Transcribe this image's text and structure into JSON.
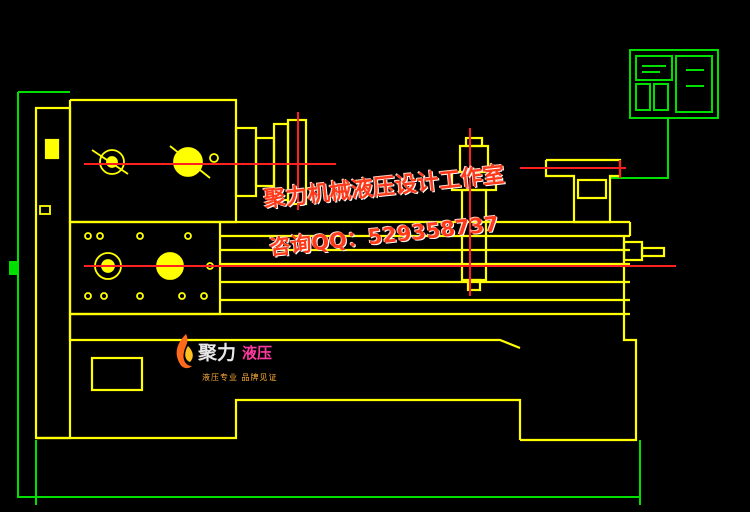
{
  "watermark": {
    "title": "聚力机械液压设计工作室",
    "contact": "咨询QQ：529358737"
  },
  "logo": {
    "name_part1": "聚力",
    "name_part2": "液压",
    "tagline": "液压专业 品牌见证"
  },
  "colors": {
    "background": "#000000",
    "drawing_lines": "#ffff00",
    "centerlines": "#ff2020",
    "dimension_lines": "#00ff00",
    "watermark_text": "#ff3a1a",
    "logo_accent": "#ff3aa0"
  }
}
